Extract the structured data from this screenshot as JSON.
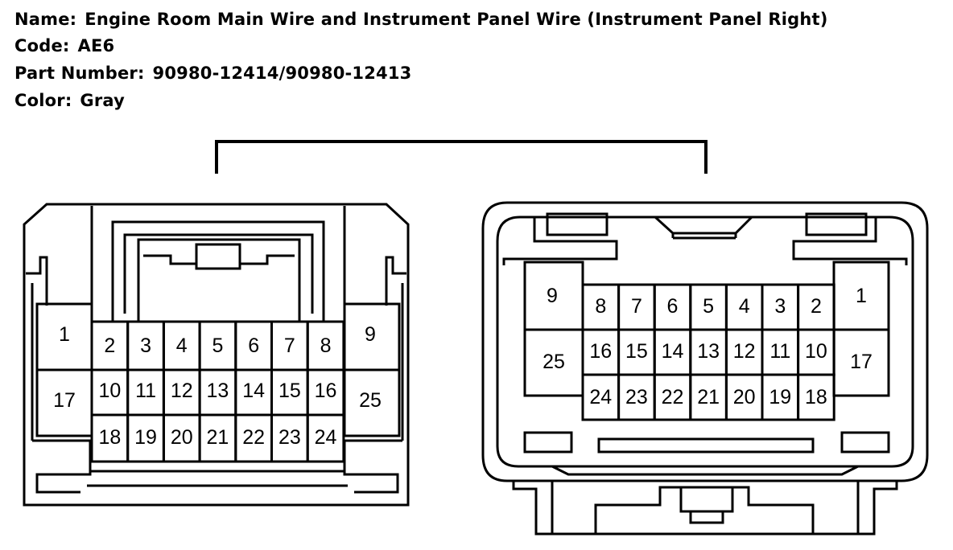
{
  "header": {
    "name_label": "Name:",
    "name_value": "Engine Room Main Wire and Instrument Panel Wire (Instrument Panel Right)",
    "code_label": "Code:",
    "code_value": "AE6",
    "part_label": "Part Number:",
    "part_value": "90980-12414/90980-12413",
    "color_label": "Color:",
    "color_value": "Gray"
  },
  "left_connector": {
    "pins": [
      "1",
      "2",
      "3",
      "4",
      "5",
      "6",
      "7",
      "8",
      "9",
      "10",
      "11",
      "12",
      "13",
      "14",
      "15",
      "16",
      "17",
      "18",
      "19",
      "20",
      "21",
      "22",
      "23",
      "24",
      "25"
    ]
  },
  "right_connector": {
    "pins": [
      "1",
      "2",
      "3",
      "4",
      "5",
      "6",
      "7",
      "8",
      "9",
      "10",
      "11",
      "12",
      "13",
      "14",
      "15",
      "16",
      "17",
      "18",
      "19",
      "20",
      "21",
      "22",
      "23",
      "24",
      "25"
    ]
  }
}
